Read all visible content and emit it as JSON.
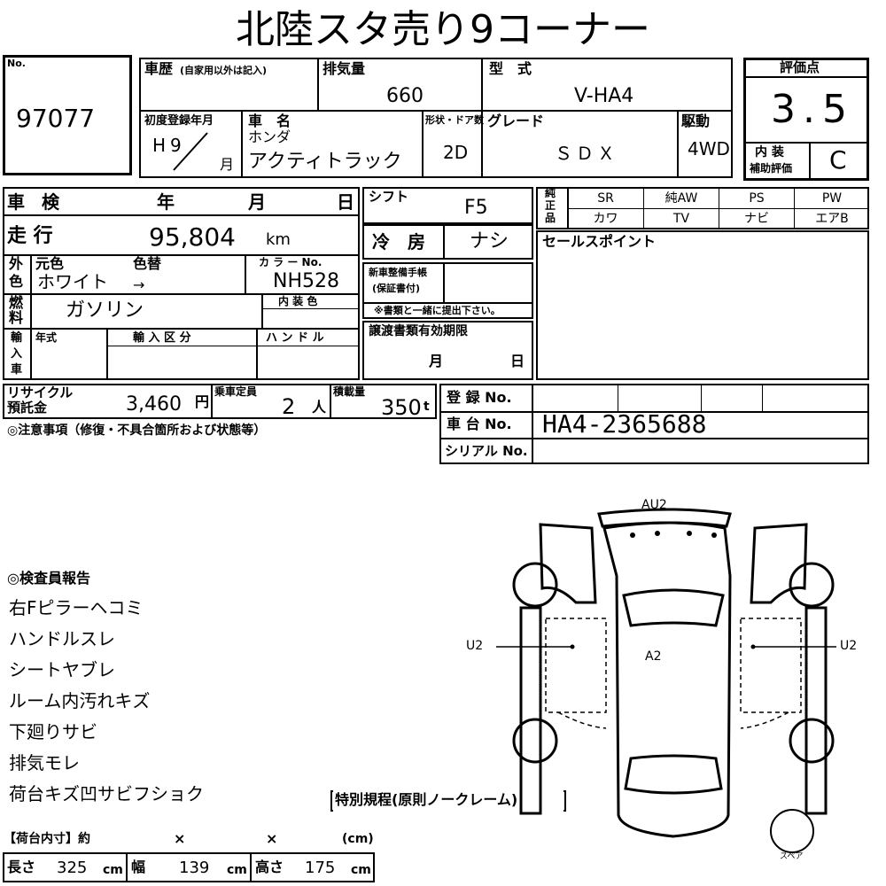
{
  "title": "北陸スタ売り9コーナー",
  "lot": {
    "label": "No.",
    "value": "97077"
  },
  "history": {
    "label": "車歴",
    "note": "(自家用以外は記入)"
  },
  "displacement": {
    "label": "排気量",
    "value": "660"
  },
  "model": {
    "label": "型　式",
    "value": "V-HA4"
  },
  "rating": {
    "label": "評価点",
    "value": "3.5",
    "interior_label_1": "内 装",
    "interior_label_2": "補助評価",
    "interior_value": "C"
  },
  "first_reg": {
    "label": "初度登録年月",
    "era": "H",
    "year": "9",
    "month_suffix": "月"
  },
  "car_name": {
    "label": "車　名",
    "maker": "ホンダ",
    "name": "アクティトラック"
  },
  "doors": {
    "label": "形状・ドア数",
    "value": "2D"
  },
  "grade": {
    "label": "グレード",
    "value": "ＳＤＸ"
  },
  "drive": {
    "label": "駆動",
    "value": "4WD"
  },
  "inspection": {
    "label": "車 検",
    "year": "年",
    "month": "月",
    "day": "日"
  },
  "mileage": {
    "label": "走 行",
    "value": "95,804",
    "unit": "km"
  },
  "shift": {
    "label": "シフト",
    "value": "F5"
  },
  "aircon": {
    "label": "冷　房",
    "value": "ナシ"
  },
  "options": {
    "side_label": [
      "純",
      "正",
      "品"
    ],
    "row1": [
      "SR",
      "純AW",
      "PS",
      "PW"
    ],
    "row2": [
      "カワ",
      "TV",
      "ナビ",
      "エアB"
    ]
  },
  "sales_point": {
    "label": "セールスポイント"
  },
  "color": {
    "side_label": [
      "外",
      "色"
    ],
    "orig_label": "元色",
    "change_label": "色替",
    "orig_value": "ホワイト",
    "arrow": "→",
    "code_label": "カ ラ ー No.",
    "code_value": "NH528"
  },
  "fuel": {
    "side_label": [
      "燃",
      "料"
    ],
    "value": "ガソリン",
    "interior_color_label": "内 装 色"
  },
  "warranty": {
    "label_1": "新車整備手帳",
    "label_2": "(保証書付)",
    "note": "※書類と一緒に提出下さい。"
  },
  "import_car": {
    "side_label": [
      "輸",
      "入",
      "車"
    ],
    "year_label": "年式",
    "class_label": "輸 入 区 分",
    "handle_label": "ハ ン ド ル"
  },
  "transfer_docs": {
    "label": "譲渡書類有効期限",
    "month": "月",
    "day": "日"
  },
  "recycle": {
    "label_1": "リサイクル",
    "label_2": "預託金",
    "value": "3,460",
    "unit": "円"
  },
  "capacity": {
    "label": "乗車定員",
    "value": "2",
    "unit": "人"
  },
  "load": {
    "label": "積載量",
    "value": "350",
    "unit": "t"
  },
  "registration": {
    "label": "登 録 No.",
    "chassis_label": "車 台 No.",
    "chassis_value": "HA4-2365688",
    "serial_label": "シリアル No."
  },
  "notes_label": "◎注意事項（修復・不具合箇所および状態等）",
  "inspector": {
    "label": "◎検査員報告",
    "items": [
      "右Fピラーヘコミ",
      "ハンドルスレ",
      "シートヤブレ",
      "ルーム内汚れキズ",
      "下廻りサビ",
      "排気モレ",
      "荷台キズ凹サビフショク"
    ]
  },
  "special_rules": "特別規程(原則ノークレーム)",
  "cargo": {
    "label": "【荷台内寸】約",
    "x1": "×",
    "x2": "×",
    "unit_note": "(cm)",
    "length_label": "長さ",
    "length": "325",
    "width_label": "幅",
    "width": "139",
    "height_label": "高さ",
    "height": "175",
    "cm": "cm"
  },
  "diagram": {
    "top": "AU2",
    "left": "U2",
    "right": "U2",
    "center": "A2",
    "spare": "スペア"
  }
}
